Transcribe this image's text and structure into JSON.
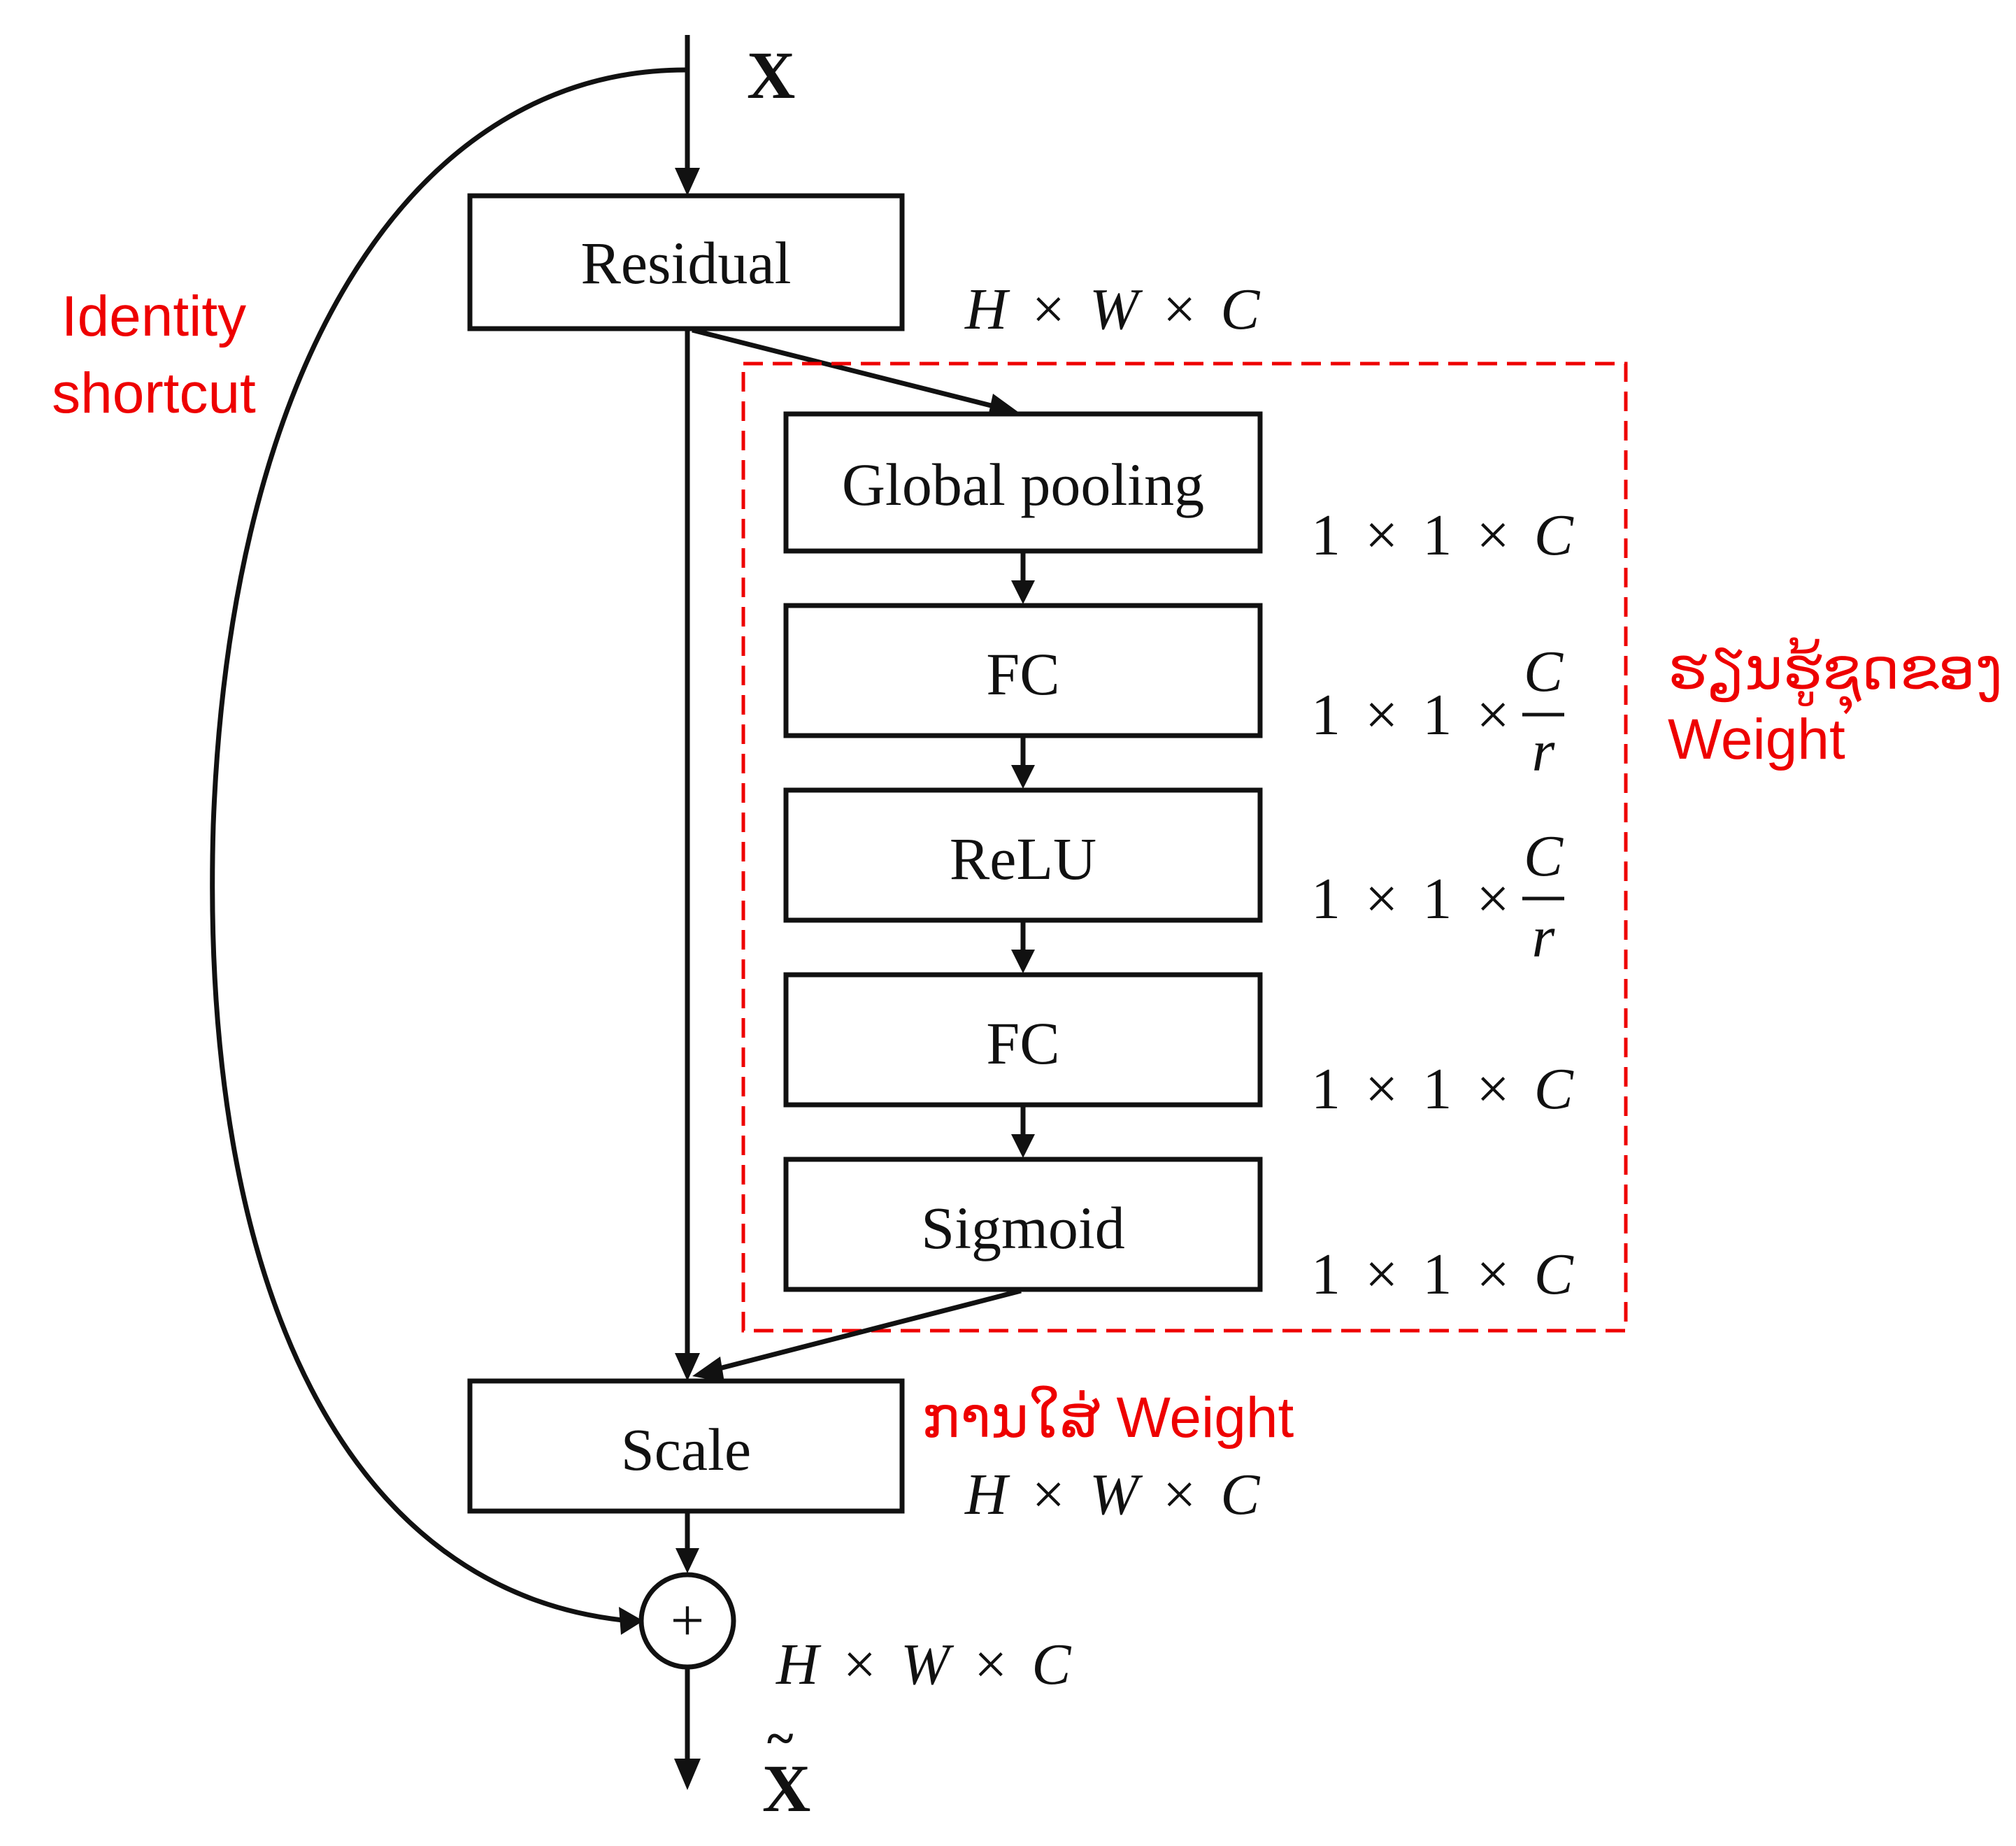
{
  "diagram": {
    "input_label": "X",
    "output_label": "X",
    "output_tilde": "~",
    "blocks": {
      "residual": "Residual",
      "global_pooling": "Global pooling",
      "fc1": "FC",
      "relu": "ReLU",
      "fc2": "FC",
      "sigmoid": "Sigmoid",
      "scale": "Scale"
    },
    "sum_symbol": "+",
    "dims": {
      "residual_out": {
        "H": "H",
        "W": "W",
        "C": "C",
        "times": "×"
      },
      "global_pooling": {
        "a": "1",
        "b": "1",
        "C": "C",
        "times": "×"
      },
      "fc1": {
        "a": "1",
        "b": "1",
        "num": "C",
        "den": "r",
        "times": "×"
      },
      "relu": {
        "a": "1",
        "b": "1",
        "num": "C",
        "den": "r",
        "times": "×"
      },
      "fc2": {
        "a": "1",
        "b": "1",
        "C": "C",
        "times": "×"
      },
      "sigmoid": {
        "a": "1",
        "b": "1",
        "C": "C",
        "times": "×"
      },
      "scale_out": {
        "H": "H",
        "W": "W",
        "C": "C",
        "times": "×"
      },
      "sum_out": {
        "H": "H",
        "W": "W",
        "C": "C",
        "times": "×"
      }
    },
    "annotations": {
      "identity_line1": "Identity",
      "identity_line2": "shortcut",
      "se_line1": "ຮຽນຮູ້ຊຸດຂອງ",
      "se_line2": "Weight",
      "scale_note": "ການໃສ່ Weight"
    },
    "colors": {
      "annotation": "#ee0000",
      "lines": "#111111"
    }
  }
}
